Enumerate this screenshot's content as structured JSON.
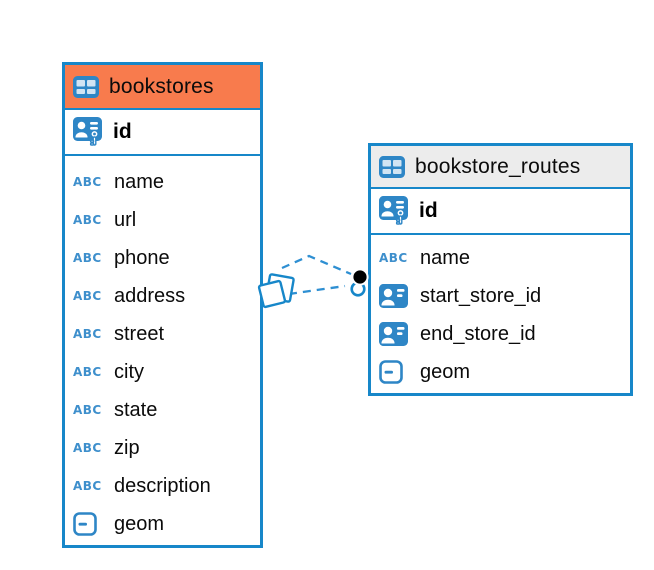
{
  "colors": {
    "accent_blue": "#1787C9",
    "icon_blue": "#2E86C6",
    "header_orange": "#F87B4D",
    "header_gray": "#ECECEC",
    "line_blue": "#2E8FD2",
    "text_black": "#0B0B0B",
    "endpoint_black": "#000000"
  },
  "icon_labels": {
    "text_type": "ABC"
  },
  "tables": [
    {
      "name": "bookstores",
      "header_style": "orange",
      "primary_key": {
        "name": "id",
        "type": "primary-key"
      },
      "columns": [
        {
          "name": "name",
          "type": "text"
        },
        {
          "name": "url",
          "type": "text"
        },
        {
          "name": "phone",
          "type": "text"
        },
        {
          "name": "address",
          "type": "text"
        },
        {
          "name": "street",
          "type": "text"
        },
        {
          "name": "city",
          "type": "text"
        },
        {
          "name": "state",
          "type": "text"
        },
        {
          "name": "zip",
          "type": "text"
        },
        {
          "name": "description",
          "type": "text"
        },
        {
          "name": "geom",
          "type": "geometry"
        }
      ]
    },
    {
      "name": "bookstore_routes",
      "header_style": "gray",
      "primary_key": {
        "name": "id",
        "type": "primary-key"
      },
      "columns": [
        {
          "name": "name",
          "type": "text"
        },
        {
          "name": "start_store_id",
          "type": "foreign-key"
        },
        {
          "name": "end_store_id",
          "type": "foreign-key"
        },
        {
          "name": "geom",
          "type": "geometry"
        }
      ]
    }
  ],
  "relationship": {
    "from_table": "bookstores",
    "to_table": "bookstore_routes",
    "line_style": "dashed"
  }
}
